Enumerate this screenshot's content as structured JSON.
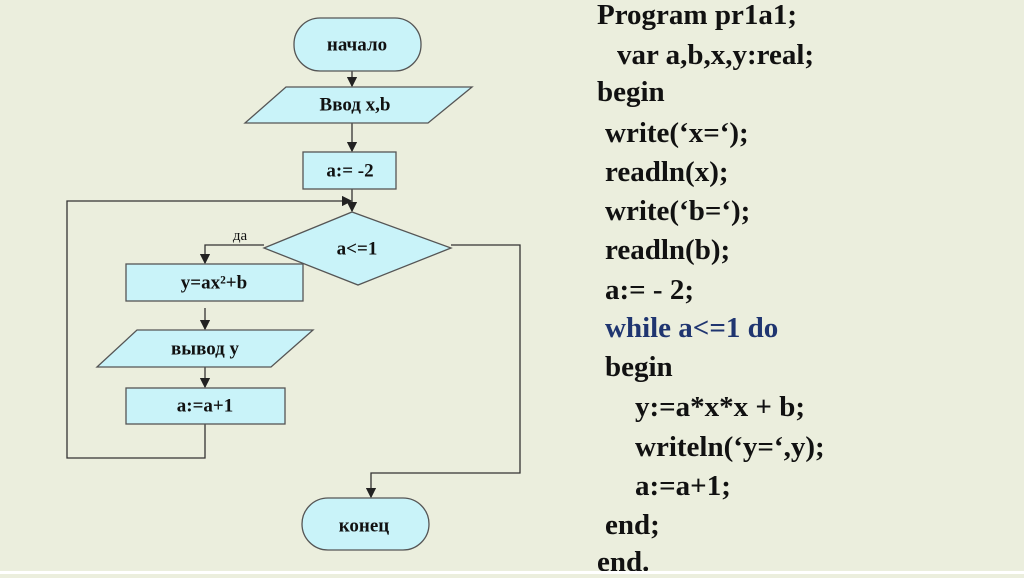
{
  "flowchart": {
    "start": "начало",
    "input": "Ввод x,b",
    "init": "a:= -2",
    "condition": "a<=1",
    "yes_label": "да",
    "compute": "y=ax²+b",
    "output": "вывод y",
    "increment": "a:=a+1",
    "end": "конец"
  },
  "code": {
    "lines": [
      "Program pr1a1;",
      "var a,b,x,y:real;",
      "begin",
      "write(‘x=‘);",
      "readln(x);",
      "write(‘b=‘);",
      "readln(b);",
      "a:= - 2;",
      "while a<=1 do",
      "begin",
      "y:=a*x*x + b;",
      "writeln(‘y=‘,y);",
      "a:=a+1;",
      "end;",
      "end."
    ]
  },
  "colors": {
    "background": "#ebeedd",
    "block_fill": "#c9f3f9",
    "keyword": "#1f3570"
  }
}
